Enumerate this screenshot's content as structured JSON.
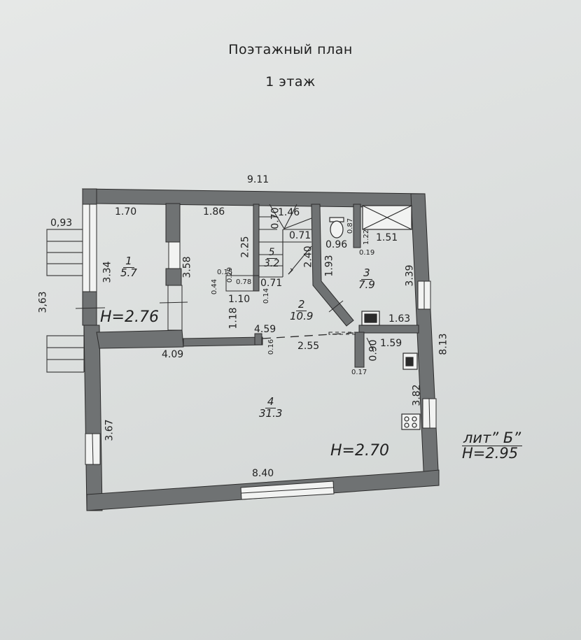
{
  "header": {
    "title": "Поэтажный план",
    "floor": "1 этаж"
  },
  "rooms": [
    {
      "num": "1",
      "area": "5.7"
    },
    {
      "num": "2",
      "area": "10.9"
    },
    {
      "num": "3",
      "area": "7.9"
    },
    {
      "num": "4",
      "area": "31.3"
    },
    {
      "num": "5",
      "area": "3.2"
    }
  ],
  "heights": {
    "h1": "H=2.76",
    "h2": "H=2.70"
  },
  "legend": {
    "lit": "лит” Б”",
    "height": "H=2.95"
  },
  "dims": {
    "top_total": "9.11",
    "r1_w": "1.70",
    "r1_h": "3.34",
    "r_mid_w": "1.86",
    "r_mid_h": "3.58",
    "stairs_w": "1.46",
    "stair_d1": "0.70",
    "stair_d2": "0.71",
    "stair_d3": "2.25",
    "stair_d4": "2.40",
    "stair_d5": "0.71",
    "wc_w": "0.96",
    "wc_d1": "0.87",
    "wc_d2": "1.22",
    "wc_d3": "0.19",
    "shower_w": "1.51",
    "r3_h": "3.39",
    "r3_d1": "1.93",
    "r3_w": "1.63",
    "niche_a": "0.15",
    "niche_b": "0.29",
    "niche_c": "0.44",
    "niche_d": "0.78",
    "niche_e": "0.14",
    "niche_f": "1.10",
    "r2_h": "1.18",
    "hall_w": "4.59",
    "hall_d": "2.55",
    "wall_d": "0.16",
    "left_w": "4.09",
    "kitchen_w": "1.59",
    "kitchen_d1": "0.90",
    "kitchen_d2": "0.17",
    "r4_h": "3.82",
    "r4_left": "3.67",
    "bottom_w": "8.40",
    "right_total": "8.13",
    "porch_w": "0,93",
    "porch_h": "3,63"
  },
  "colors": {
    "wall": "#6f7273",
    "line": "#2b2b2b",
    "paper": "#e2e4e3"
  }
}
